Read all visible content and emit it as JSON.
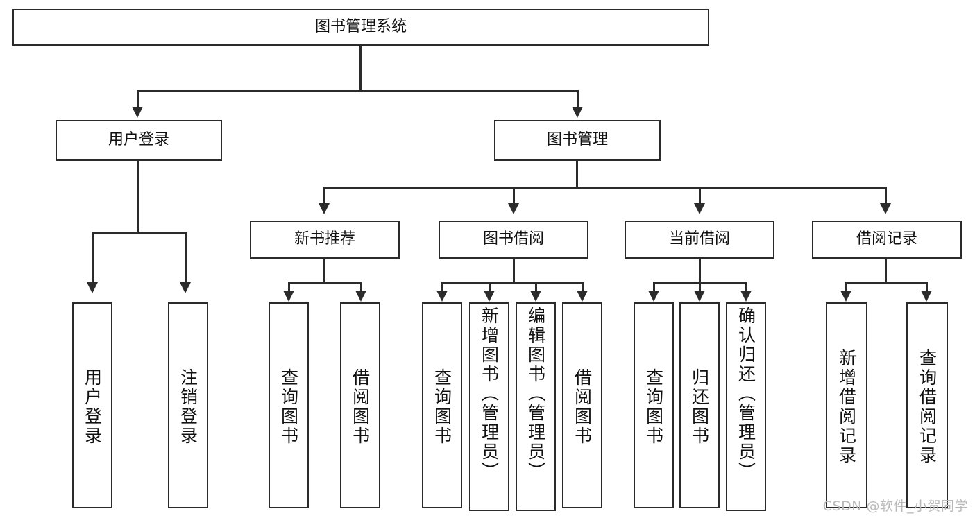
{
  "diagram": {
    "type": "tree-hierarchy-chart",
    "title": "图书管理系统",
    "watermark": "CSDN @软件_小贺同学",
    "colors": {
      "stroke": "#2b2b2b",
      "fill": "#ffffff",
      "text": "#111111",
      "watermark": "#b9b9b9"
    },
    "root": {
      "label": "图书管理系统"
    },
    "level1": [
      {
        "label": "用户登录"
      },
      {
        "label": "图书管理"
      }
    ],
    "level2": [
      {
        "label": "新书推荐"
      },
      {
        "label": "图书借阅"
      },
      {
        "label": "当前借阅"
      },
      {
        "label": "借阅记录"
      }
    ],
    "leaves": {
      "user_login": [
        {
          "label": "用户登录"
        },
        {
          "label": "注销登录"
        }
      ],
      "new_book": [
        {
          "label": "查询图书"
        },
        {
          "label": "借阅图书"
        }
      ],
      "borrow_book": [
        {
          "label": "查询图书"
        },
        {
          "label": "新增图书（管理员）"
        },
        {
          "label": "编辑图书（管理员）"
        },
        {
          "label": "借阅图书"
        }
      ],
      "current_borrow": [
        {
          "label": "查询图书"
        },
        {
          "label": "归还图书"
        },
        {
          "label": "确认归还（管理员）"
        }
      ],
      "borrow_record": [
        {
          "label": "新增借阅记录"
        },
        {
          "label": "查询借阅记录"
        }
      ]
    }
  }
}
